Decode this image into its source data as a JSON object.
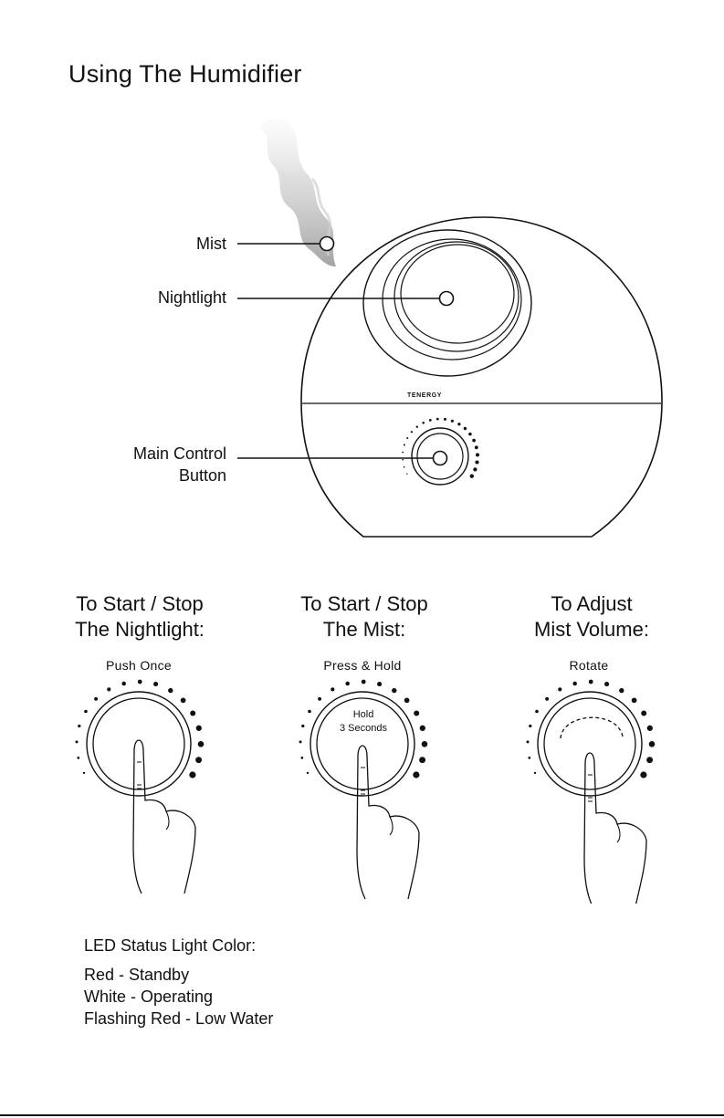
{
  "title": "Using The Humidifier",
  "callouts": {
    "mist": "Mist",
    "nightlight": "Nightlight",
    "main_control_line1": "Main Control",
    "main_control_line2": "Button"
  },
  "brand": "TENERGY",
  "steps": [
    {
      "title_line1": "To Start / Stop",
      "title_line2": "The Nightlight:",
      "action": "Push Once"
    },
    {
      "title_line1": "To Start / Stop",
      "title_line2": "The Mist:",
      "action": "Press & Hold",
      "dial_text_line1": "Hold",
      "dial_text_line2": "3 Seconds"
    },
    {
      "title_line1": "To Adjust",
      "title_line2": "Mist Volume:",
      "action": "Rotate"
    }
  ],
  "led": {
    "heading": "LED Status Light Color:",
    "items": [
      "Red - Standby",
      "White - Operating",
      "Flashing Red - Low Water"
    ]
  }
}
